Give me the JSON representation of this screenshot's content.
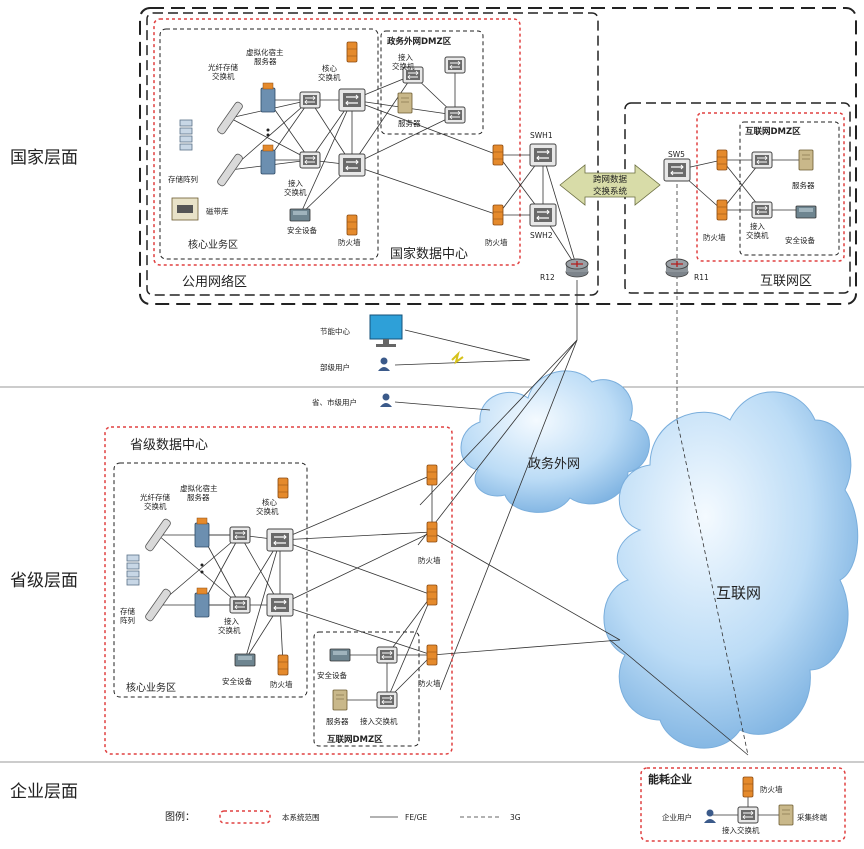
{
  "levels": {
    "national": "国家层面",
    "provincial": "省级层面",
    "enterprise": "企业层面"
  },
  "national": {
    "public_zone": "公用网络区",
    "datacenter": "国家数据中心",
    "core_business": "核心业务区",
    "gov_dmz": "政务外网DMZ区",
    "internet_zone": "互联网区",
    "internet_dmz": "互联网DMZ区",
    "exchange": "跨网数据\n交换系统",
    "labels": {
      "fiber_switch": "光纤存储\n交换机",
      "virtual_host": "虚拟化宿主\n服务器",
      "core_switch": "核心\n交换机",
      "access_switch": "接入\n交换机",
      "storage_array": "存储阵列",
      "tape": "磁带库",
      "security": "安全设备",
      "firewall": "防火墙",
      "server": "服务器",
      "dmz_access": "接入\n交换机",
      "swh1": "SWH1",
      "swh2": "SWH2",
      "sw5": "SW5",
      "r12": "R12",
      "r11": "R11",
      "inet_server": "服务器",
      "inet_access": "接入\n交换机",
      "inet_security": "安全设备",
      "inet_firewall": "防火墙",
      "fw_pub": "防火墙"
    }
  },
  "wan": {
    "monitor": "节能中心",
    "ministry_user": "部级用户",
    "prov_user": "省、市级用户",
    "gov_net": "政务外网",
    "internet": "互联网"
  },
  "provincial": {
    "datacenter": "省级数据中心",
    "core_business": "核心业务区",
    "inet_dmz": "互联网DMZ区",
    "labels": {
      "fiber_switch": "光纤存储\n交换机",
      "virtual_host": "虚拟化宿主\n服务器",
      "core_switch": "核心\n交换机",
      "storage_array": "存储\n阵列",
      "access_switch": "接入\n交换机",
      "security": "安全设备",
      "firewall": "防火墙",
      "fw_right1": "防火墙",
      "fw_right2": "防火墙",
      "dmz_security": "安全设备",
      "dmz_server": "服务器",
      "dmz_access": "接入交换机"
    }
  },
  "enterprise": {
    "title": "能耗企业",
    "firewall": "防火墙",
    "user": "企业用户",
    "access": "接入交换机",
    "terminal": "采集终端"
  },
  "legend": {
    "title": "图例：",
    "scope": "本系统范围",
    "solid": "FE/GE",
    "dashed": "3G"
  },
  "colors": {
    "scope_red": "#e04040",
    "cloud": "#9cc8ef",
    "firewall": "#e58a2c",
    "exchange": "#d8dca8"
  }
}
